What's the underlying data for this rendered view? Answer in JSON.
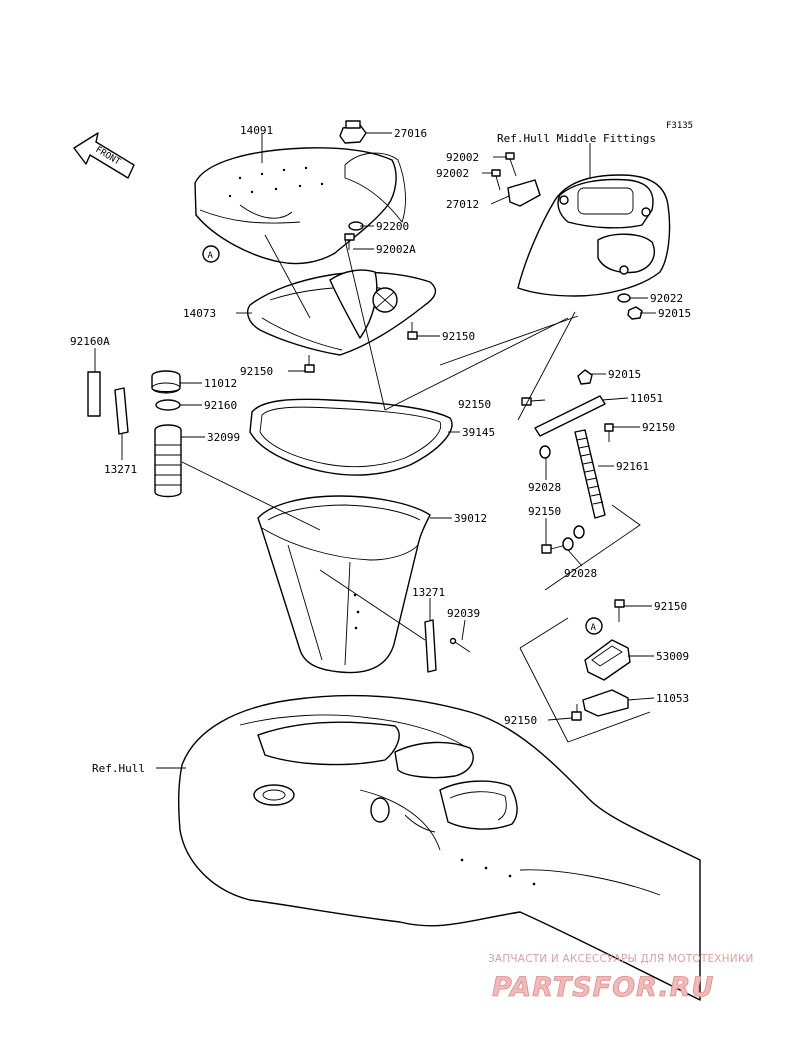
{
  "figure_code": "F3135",
  "front_arrow_label": "FRONT",
  "ref_labels": {
    "hull_middle_fittings": "Ref.Hull Middle Fittings",
    "hull": "Ref.Hull"
  },
  "callouts": {
    "circle_a_left": "A",
    "circle_a_right": "A"
  },
  "parts": [
    {
      "id": "p14091",
      "number": "14091"
    },
    {
      "id": "p27016",
      "number": "27016"
    },
    {
      "id": "p92200",
      "number": "92200"
    },
    {
      "id": "p92002A",
      "number": "92002A"
    },
    {
      "id": "p14073",
      "number": "14073"
    },
    {
      "id": "p92150a",
      "number": "92150"
    },
    {
      "id": "p92150b",
      "number": "92150"
    },
    {
      "id": "p92002a",
      "number": "92002"
    },
    {
      "id": "p92002b",
      "number": "92002"
    },
    {
      "id": "p27012",
      "number": "27012"
    },
    {
      "id": "p92022",
      "number": "92022"
    },
    {
      "id": "p92015a",
      "number": "92015"
    },
    {
      "id": "p92160A",
      "number": "92160A"
    },
    {
      "id": "p11012",
      "number": "11012"
    },
    {
      "id": "p92160",
      "number": "92160"
    },
    {
      "id": "p32099",
      "number": "32099"
    },
    {
      "id": "p13271a",
      "number": "13271"
    },
    {
      "id": "p92150c",
      "number": "92150"
    },
    {
      "id": "p39145",
      "number": "39145"
    },
    {
      "id": "p92015b",
      "number": "92015"
    },
    {
      "id": "p11051",
      "number": "11051"
    },
    {
      "id": "p92150d",
      "number": "92150"
    },
    {
      "id": "p92161",
      "number": "92161"
    },
    {
      "id": "p92028a",
      "number": "92028"
    },
    {
      "id": "p92150e",
      "number": "92150"
    },
    {
      "id": "p92028b",
      "number": "92028"
    },
    {
      "id": "p39012",
      "number": "39012"
    },
    {
      "id": "p13271b",
      "number": "13271"
    },
    {
      "id": "p92039",
      "number": "92039"
    },
    {
      "id": "p92150f",
      "number": "92150"
    },
    {
      "id": "p53009",
      "number": "53009"
    },
    {
      "id": "p11053",
      "number": "11053"
    },
    {
      "id": "p92150g",
      "number": "92150"
    }
  ],
  "watermark": {
    "tagline": "ЗАПЧАСТИ И АКСЕССУАРЫ ДЛЯ МОТОТЕХНИКИ",
    "logo": "PARTSFOR.RU",
    "color": "#e3a3a3"
  }
}
